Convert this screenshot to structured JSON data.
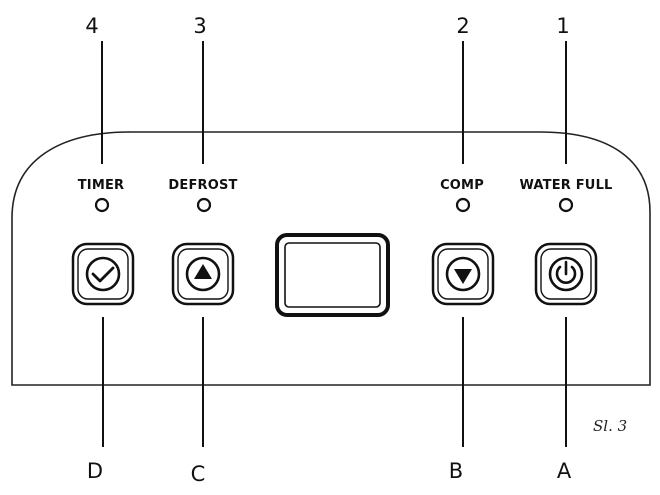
{
  "callouts_top": [
    {
      "number": "4",
      "label": "TIMER"
    },
    {
      "number": "3",
      "label": "DEFROST"
    },
    {
      "number": "2",
      "label": "COMP"
    },
    {
      "number": "1",
      "label": "WATER FULL"
    }
  ],
  "callouts_bottom": [
    {
      "letter": "D",
      "button": "timer-check-icon"
    },
    {
      "letter": "C",
      "button": "up-arrow-icon"
    },
    {
      "letter": "B",
      "button": "down-arrow-icon"
    },
    {
      "letter": "A",
      "button": "power-icon"
    }
  ],
  "figure_label": "Sl. 3"
}
